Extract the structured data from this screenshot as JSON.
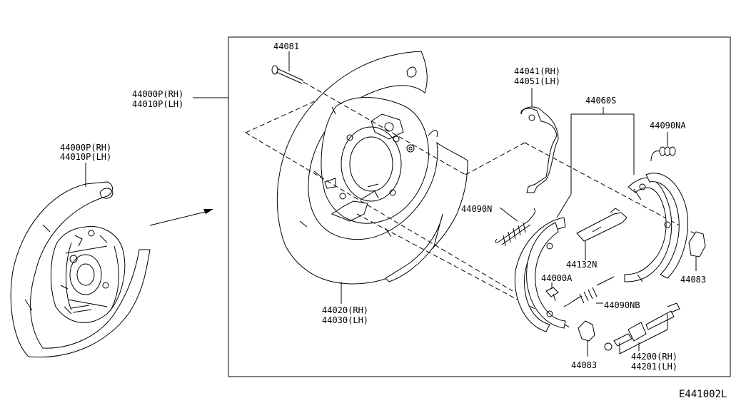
{
  "callouts": {
    "p44081": "44081",
    "p44000p_main_rh": "44000P(RH)",
    "p44010p_main_lh": "44010P(LH)",
    "p44000p_small_rh": "44000P(RH)",
    "p44010p_small_lh": "44010P(LH)",
    "p44041_rh": "44041(RH)",
    "p44051_lh": "44051(LH)",
    "p44060s": "44060S",
    "p44090na": "44090NA",
    "p44090n": "44090N",
    "p44132n": "44132N",
    "p44000a": "44000A",
    "p44090nb": "44090NB",
    "p44083_right": "44083",
    "p44083_bottom": "44083",
    "p44020_rh": "44020(RH)",
    "p44030_lh": "44030(LH)",
    "p44200_rh": "44200(RH)",
    "p44201_lh": "44201(LH)"
  },
  "diagram_code": "E441002L",
  "icons": [
    "backing-plate-assembly-icon",
    "arrow-right-icon",
    "dust-shield-icon",
    "brake-shoe-icon"
  ]
}
